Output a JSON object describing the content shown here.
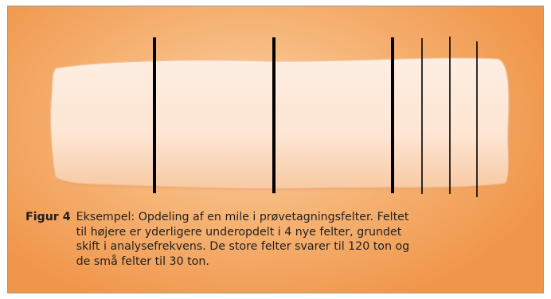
{
  "figure": {
    "label": "Figur 4",
    "caption_lines": [
      "Eksempel: Opdeling af en mile i prøvetagningsfelter. Feltet",
      "til højere er yderligere underopdelt i 4 nye felter, grundet",
      "skift i analysefrekvens. De store felter svarer til 120 ton og",
      "de små felter til 30 ton."
    ]
  },
  "colors": {
    "background_outer": "#f0964a",
    "background_inner": "#fbd3a8",
    "pile_fill": "#fde8d6",
    "divider": "#000000",
    "caption_text": "#1f1f1f"
  },
  "diagram": {
    "element": "pile",
    "major_sections": 4,
    "rightmost_subsections": 4,
    "large_section_tons": 120,
    "small_section_tons": 30
  }
}
